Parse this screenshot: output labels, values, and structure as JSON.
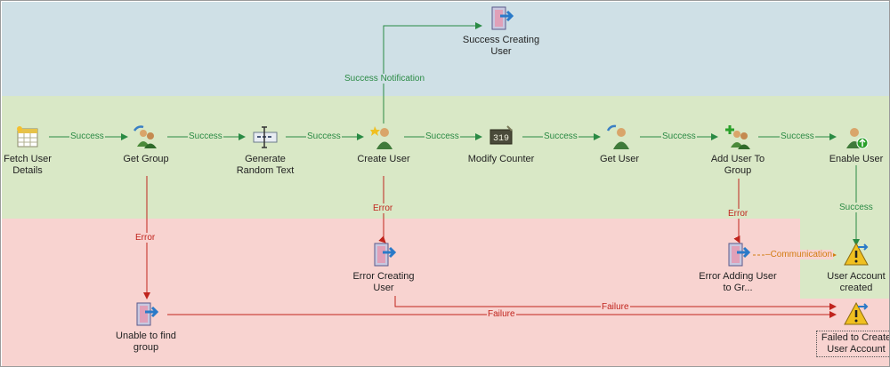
{
  "nodes": {
    "fetch_user_details": "Fetch User Details",
    "get_group": "Get Group",
    "generate_random_text": "Generate Random Text",
    "create_user": "Create User",
    "modify_counter": "Modify Counter",
    "get_user": "Get User",
    "add_user_to_group": "Add User To Group",
    "enable_user": "Enable User",
    "success_creating_user": "Success Creating User",
    "error_creating_user": "Error Creating User",
    "error_adding_user": "Error Adding User to Gr...",
    "user_account_created": "User Account created",
    "unable_to_find_group": "Unable to find group",
    "failed_to_create": "Failed to Create User Account"
  },
  "edges": {
    "success": "Success",
    "error": "Error",
    "failure": "Failure",
    "success_notification": "Success Notification",
    "communication": "Communication"
  },
  "colors": {
    "success": "#2a8a44",
    "error": "#c0241d",
    "communication": "#d27c12",
    "zone_blue": "#cfe0e6",
    "zone_green": "#d9e8c6",
    "zone_red": "#f8d3d0"
  }
}
